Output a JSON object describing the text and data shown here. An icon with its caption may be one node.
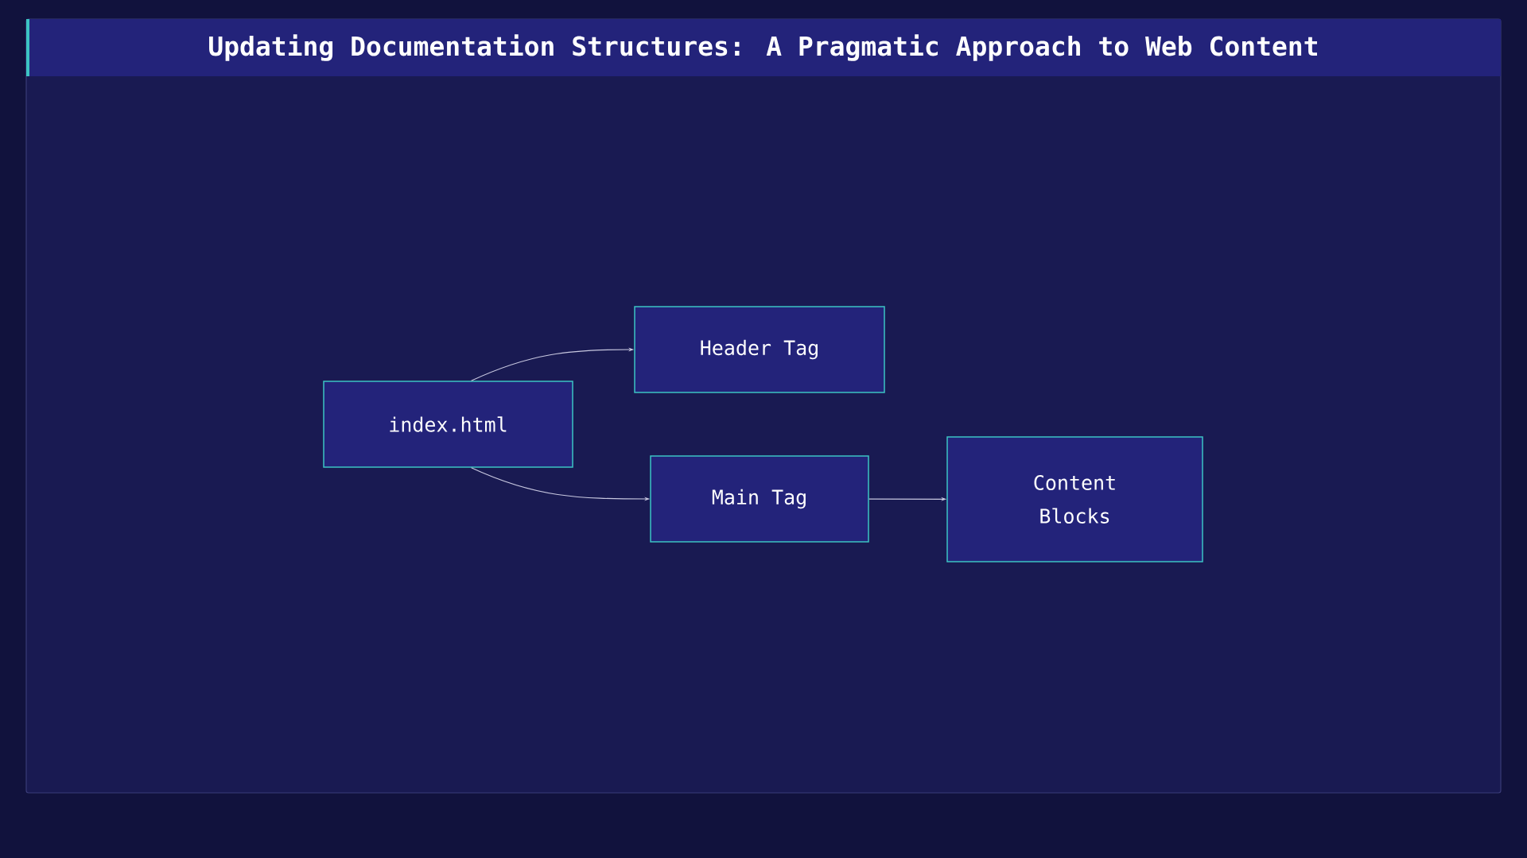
{
  "diagram": {
    "title": "Updating Documentation Structures: A Pragmatic Approach to Web Content",
    "nodes": [
      {
        "text": [
          "index.html"
        ]
      },
      {
        "text": [
          "Header Tag"
        ]
      },
      {
        "text": [
          "Main Tag"
        ]
      },
      {
        "text": [
          "Content Blocks"
        ]
      }
    ],
    "edges": [
      {
        "from": 0,
        "to": 1,
        "arrow": "to"
      },
      {
        "from": 0,
        "to": 2,
        "arrow": "to"
      },
      {
        "from": 2,
        "to": 3,
        "arrow": "to"
      }
    ]
  }
}
